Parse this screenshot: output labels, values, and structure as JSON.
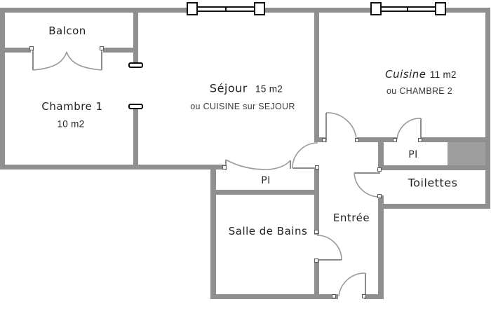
{
  "plan": {
    "background": "#ffffff",
    "wall_color": "#8f8f8f",
    "shaft_color": "#9e9e9e",
    "text_color": "#222222",
    "rooms": {
      "balcon": {
        "label": "Balcon"
      },
      "chambre1": {
        "label": "Chambre 1",
        "area": "10 m2"
      },
      "sejour": {
        "label": "Séjour",
        "area": "15 m2",
        "alt": "ou CUISINE sur SEJOUR"
      },
      "cuisine": {
        "label": "Cuisine",
        "area": "11 m2",
        "alt": "ou CHAMBRE 2"
      },
      "placard_sejour": {
        "label": "PI"
      },
      "placard_cuisine": {
        "label": "PI"
      },
      "toilettes": {
        "label": "Toilettes"
      },
      "salle_de_bains": {
        "label": "Salle de Bains"
      },
      "entree": {
        "label": "Entrée"
      }
    }
  }
}
